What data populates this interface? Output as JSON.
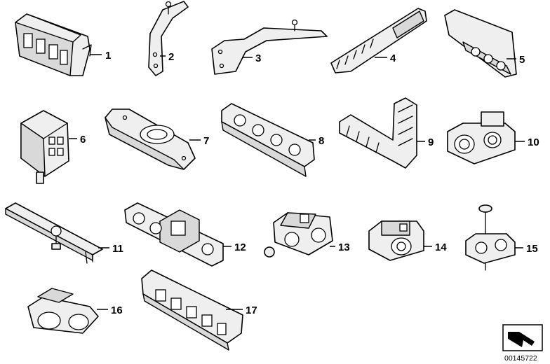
{
  "callouts": [
    "1",
    "2",
    "3",
    "4",
    "5",
    "6",
    "7",
    "8",
    "9",
    "10",
    "11",
    "12",
    "13",
    "14",
    "15",
    "16",
    "17"
  ],
  "reference_id": "00145722",
  "icons": {
    "corner": "arrow-tag-icon"
  }
}
